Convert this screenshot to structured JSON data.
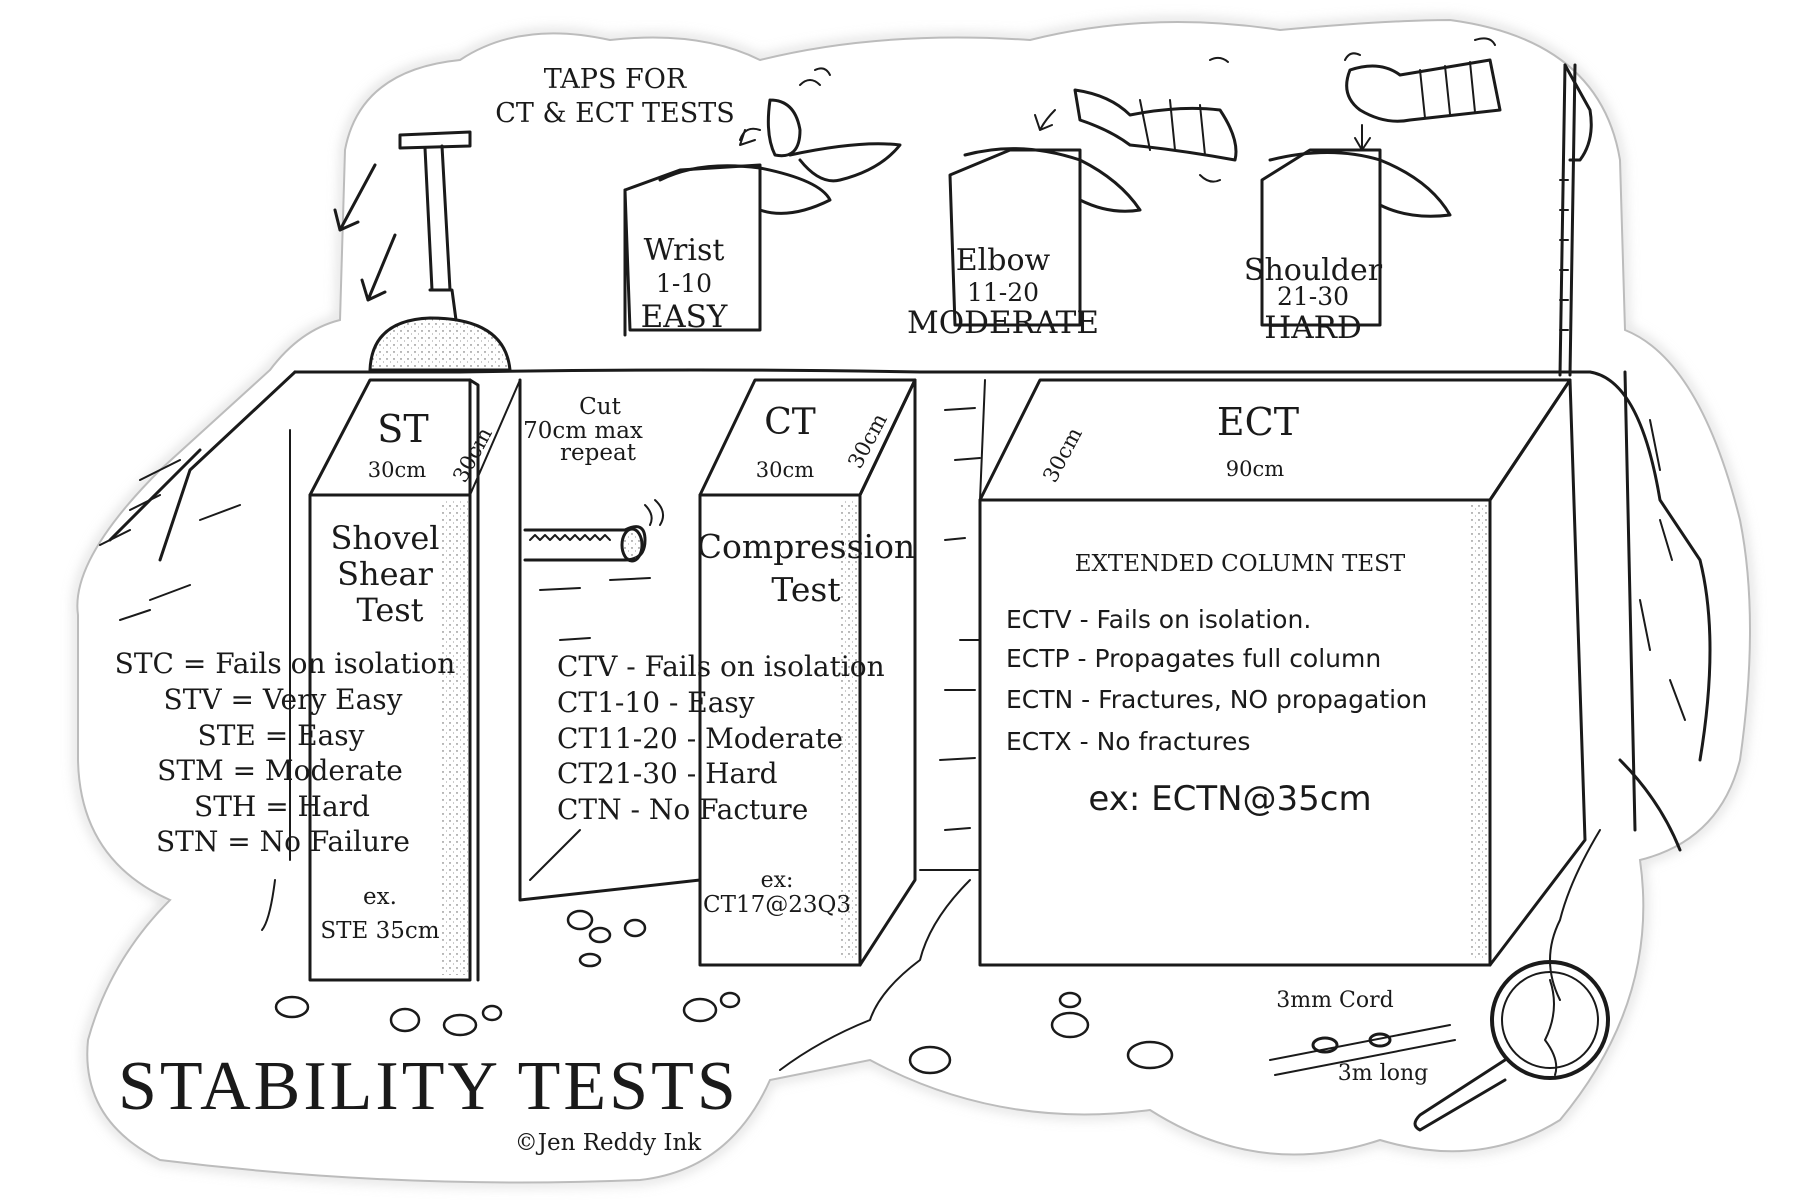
{
  "title": "STABILITY TESTS",
  "credit": "©Jen Reddy Ink",
  "taps": {
    "heading_line1": "TAPS FOR",
    "heading_line2": "CT & ECT TESTS",
    "wrist": {
      "name": "Wrist",
      "range": "1-10",
      "level": "EASY"
    },
    "elbow": {
      "name": "Elbow",
      "range": "11-20",
      "level": "MODERATE"
    },
    "shoulder": {
      "name": "Shoulder",
      "range": "21-30",
      "level": "HARD"
    }
  },
  "st": {
    "abbr": "ST",
    "width": "30cm",
    "depth": "30cm",
    "name_line1": "Shovel",
    "name_line2": "Shear",
    "name_line3": "Test",
    "codes": [
      "STC = Fails on isolation",
      "STV = Very Easy",
      "STE = Easy",
      "STM = Moderate",
      "STH = Hard",
      "STN = No Failure"
    ],
    "example_label": "ex.",
    "example": "STE 35cm"
  },
  "cut": {
    "line1": "Cut",
    "line2": "70cm max",
    "line3": "repeat"
  },
  "ct": {
    "abbr": "CT",
    "width": "30cm",
    "depth": "30cm",
    "name_line1": "Compression",
    "name_line2": "Test",
    "codes": [
      "CTV - Fails on isolation",
      "CT1-10 - Easy",
      "CT11-20 - Moderate",
      "CT21-30 - Hard",
      "CTN - No Facture"
    ],
    "example_label": "ex:",
    "example": "CT17@23Q3"
  },
  "ect": {
    "abbr": "ECT",
    "width": "90cm",
    "depth": "30cm",
    "heading": "EXTENDED COLUMN TEST",
    "codes": [
      "ECTV - Fails on isolation.",
      "ECTP - Propagates full column",
      "ECTN - Fractures, NO propagation",
      "ECTX - No fractures"
    ],
    "example": "ex: ECTN@35cm"
  },
  "cord": {
    "line1": "3mm Cord",
    "line2": "3m long"
  },
  "colors": {
    "ink": "#1a1a1a",
    "sticker_outline": "#d4d4d4",
    "paper": "#ffffff"
  }
}
